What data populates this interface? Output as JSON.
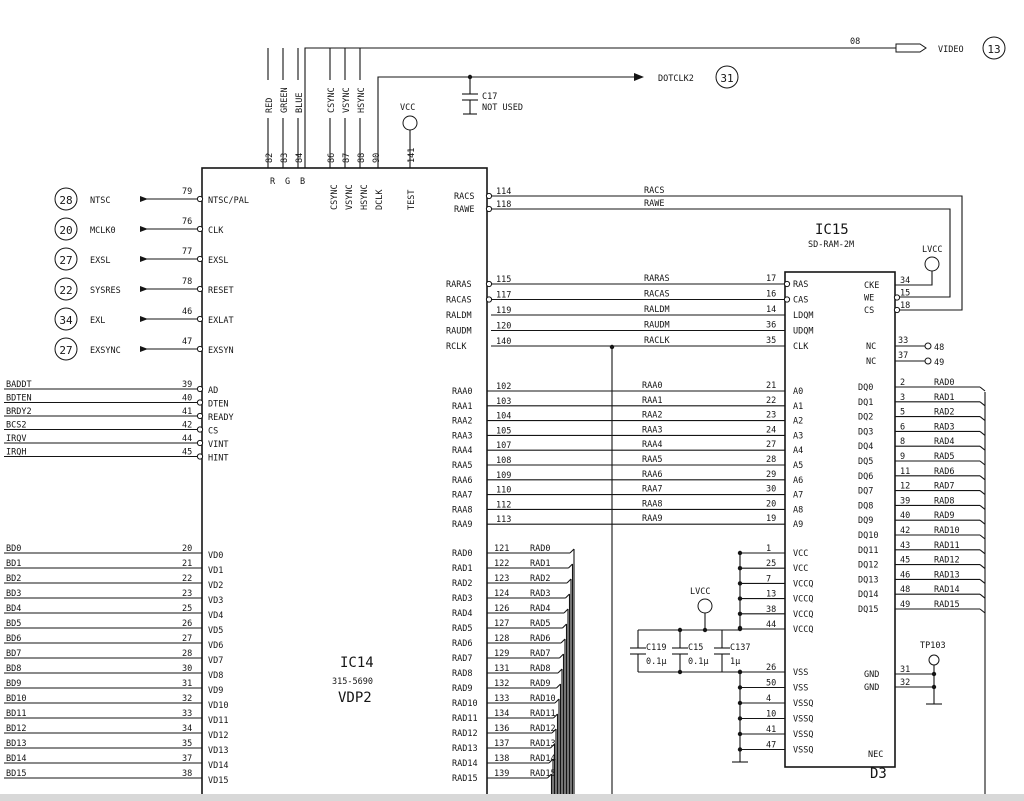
{
  "top": {
    "video": {
      "label": "VIDEO",
      "ref": "13",
      "pin": "08"
    },
    "dotclk": {
      "label": "DOTCLK2",
      "ref": "31"
    },
    "cap_c17": {
      "name": "C17",
      "note": "NOT USED"
    },
    "vcc": "VCC",
    "lvcc": "LVCC",
    "tp103": "TP103",
    "ic14_top_signals": [
      {
        "name": "RED",
        "pin": "82"
      },
      {
        "name": "GREEN",
        "pin": "83"
      },
      {
        "name": "BLUE",
        "pin": "84"
      },
      {
        "name": "CSYNC",
        "pin": "86"
      },
      {
        "name": "VSYNC",
        "pin": "87"
      },
      {
        "name": "HSYNC",
        "pin": "88"
      },
      {
        "name": "",
        "pin": "90"
      },
      {
        "name": "",
        "pin": "141"
      }
    ],
    "ic14_top_inside": [
      "CSYNC",
      "VSYNC",
      "HSYNC",
      "DCLK",
      "TEST"
    ],
    "ic14_top_small": [
      "R",
      "G",
      "B"
    ]
  },
  "ic14": {
    "name": "IC14",
    "part": "315-5690",
    "func": "VDP2"
  },
  "ic15": {
    "name": "IC15",
    "part": "SD-RAM-2M",
    "pkg": "D3",
    "nec": "NEC"
  },
  "left_connectors": [
    {
      "ref": "28",
      "label": "NTSC",
      "pin": "79",
      "inside": "NTSC/PAL"
    },
    {
      "ref": "20",
      "label": "MCLK0",
      "pin": "76",
      "inside": "CLK"
    },
    {
      "ref": "27",
      "label": "EXSL",
      "pin": "77",
      "inside": "EXSL"
    },
    {
      "ref": "22",
      "label": "SYSRES",
      "pin": "78",
      "inside": "RESET"
    },
    {
      "ref": "34",
      "label": "EXL",
      "pin": "46",
      "inside": "EXLAT"
    },
    {
      "ref": "27",
      "label": "EXSYNC",
      "pin": "47",
      "inside": "EXSYN"
    }
  ],
  "left_bus": [
    {
      "label": "BADDT",
      "pin": "39",
      "inside": "AD"
    },
    {
      "label": "BDTEN",
      "pin": "40",
      "inside": "DTEN"
    },
    {
      "label": "BRDY2",
      "pin": "41",
      "inside": "READY"
    },
    {
      "label": "BCS2",
      "pin": "42",
      "inside": "CS"
    },
    {
      "label": "IRQV",
      "pin": "44",
      "inside": "VINT"
    },
    {
      "label": "IRQH",
      "pin": "45",
      "inside": "HINT"
    }
  ],
  "left_data": [
    {
      "label": "BD0",
      "pin": "20",
      "inside": "VD0"
    },
    {
      "label": "BD1",
      "pin": "21",
      "inside": "VD1"
    },
    {
      "label": "BD2",
      "pin": "22",
      "inside": "VD2"
    },
    {
      "label": "BD3",
      "pin": "23",
      "inside": "VD3"
    },
    {
      "label": "BD4",
      "pin": "25",
      "inside": "VD4"
    },
    {
      "label": "BD5",
      "pin": "26",
      "inside": "VD5"
    },
    {
      "label": "BD6",
      "pin": "27",
      "inside": "VD6"
    },
    {
      "label": "BD7",
      "pin": "28",
      "inside": "VD7"
    },
    {
      "label": "BD8",
      "pin": "30",
      "inside": "VD8"
    },
    {
      "label": "BD9",
      "pin": "31",
      "inside": "VD9"
    },
    {
      "label": "BD10",
      "pin": "32",
      "inside": "VD10"
    },
    {
      "label": "BD11",
      "pin": "33",
      "inside": "VD11"
    },
    {
      "label": "BD12",
      "pin": "34",
      "inside": "VD12"
    },
    {
      "label": "BD13",
      "pin": "35",
      "inside": "VD13"
    },
    {
      "label": "BD14",
      "pin": "37",
      "inside": "VD14"
    },
    {
      "label": "BD15",
      "pin": "38",
      "inside": "VD15"
    }
  ],
  "ic14_right_ctrl1": [
    {
      "inside": "RACS",
      "pin": "114",
      "net": "RACS"
    },
    {
      "inside": "RAWE",
      "pin": "118",
      "net": "RAWE"
    }
  ],
  "ic14_right_ctrl2": [
    {
      "inside": "RARAS",
      "pin": "115",
      "net": "RARAS",
      "ic15_pin": "17",
      "ic15_name": "RAS"
    },
    {
      "inside": "RACAS",
      "pin": "117",
      "net": "RACAS",
      "ic15_pin": "16",
      "ic15_name": "CAS"
    },
    {
      "inside": "RALDM",
      "pin": "119",
      "net": "RALDM",
      "ic15_pin": "14",
      "ic15_name": "LDQM"
    },
    {
      "inside": "RAUDM",
      "pin": "120",
      "net": "RAUDM",
      "ic15_pin": "36",
      "ic15_name": "UDQM"
    },
    {
      "inside": "RCLK",
      "pin": "140",
      "net": "RACLK",
      "ic15_pin": "35",
      "ic15_name": "CLK"
    }
  ],
  "addr": [
    {
      "inside": "RAA0",
      "pin": "102",
      "net": "RAA0",
      "ic15_pin": "21",
      "ic15_name": "A0"
    },
    {
      "inside": "RAA1",
      "pin": "103",
      "net": "RAA1",
      "ic15_pin": "22",
      "ic15_name": "A1"
    },
    {
      "inside": "RAA2",
      "pin": "104",
      "net": "RAA2",
      "ic15_pin": "23",
      "ic15_name": "A2"
    },
    {
      "inside": "RAA3",
      "pin": "105",
      "net": "RAA3",
      "ic15_pin": "24",
      "ic15_name": "A3"
    },
    {
      "inside": "RAA4",
      "pin": "107",
      "net": "RAA4",
      "ic15_pin": "27",
      "ic15_name": "A4"
    },
    {
      "inside": "RAA5",
      "pin": "108",
      "net": "RAA5",
      "ic15_pin": "28",
      "ic15_name": "A5"
    },
    {
      "inside": "RAA6",
      "pin": "109",
      "net": "RAA6",
      "ic15_pin": "29",
      "ic15_name": "A6"
    },
    {
      "inside": "RAA7",
      "pin": "110",
      "net": "RAA7",
      "ic15_pin": "30",
      "ic15_name": "A7"
    },
    {
      "inside": "RAA8",
      "pin": "112",
      "net": "RAA8",
      "ic15_pin": "20",
      "ic15_name": "A8"
    },
    {
      "inside": "RAA9",
      "pin": "113",
      "net": "RAA9",
      "ic15_pin": "19",
      "ic15_name": "A9"
    }
  ],
  "rad": [
    {
      "inside": "RAD0",
      "pin": "121",
      "net": "RAD0"
    },
    {
      "inside": "RAD1",
      "pin": "122",
      "net": "RAD1"
    },
    {
      "inside": "RAD2",
      "pin": "123",
      "net": "RAD2"
    },
    {
      "inside": "RAD3",
      "pin": "124",
      "net": "RAD3"
    },
    {
      "inside": "RAD4",
      "pin": "126",
      "net": "RAD4"
    },
    {
      "inside": "RAD5",
      "pin": "127",
      "net": "RAD5"
    },
    {
      "inside": "RAD6",
      "pin": "128",
      "net": "RAD6"
    },
    {
      "inside": "RAD7",
      "pin": "129",
      "net": "RAD7"
    },
    {
      "inside": "RAD8",
      "pin": "131",
      "net": "RAD8"
    },
    {
      "inside": "RAD9",
      "pin": "132",
      "net": "RAD9"
    },
    {
      "inside": "RAD10",
      "pin": "133",
      "net": "RAD10"
    },
    {
      "inside": "RAD11",
      "pin": "134",
      "net": "RAD11"
    },
    {
      "inside": "RAD12",
      "pin": "136",
      "net": "RAD12"
    },
    {
      "inside": "RAD13",
      "pin": "137",
      "net": "RAD13"
    },
    {
      "inside": "RAD14",
      "pin": "138",
      "net": "RAD14"
    },
    {
      "inside": "RAD15",
      "pin": "139",
      "net": "RAD15"
    }
  ],
  "ic15_right_top": [
    {
      "name": "CKE",
      "pin": "34"
    },
    {
      "name": "WE",
      "pin": "15"
    },
    {
      "name": "CS",
      "pin": "18"
    }
  ],
  "ic15_nc": [
    {
      "name": "NC",
      "pin": "33",
      "ext": "48"
    },
    {
      "name": "NC",
      "pin": "37",
      "ext": "49"
    }
  ],
  "ic15_dq": [
    {
      "name": "DQ0",
      "pin": "2",
      "net": "RAD0"
    },
    {
      "name": "DQ1",
      "pin": "3",
      "net": "RAD1"
    },
    {
      "name": "DQ2",
      "pin": "5",
      "net": "RAD2"
    },
    {
      "name": "DQ3",
      "pin": "6",
      "net": "RAD3"
    },
    {
      "name": "DQ4",
      "pin": "8",
      "net": "RAD4"
    },
    {
      "name": "DQ5",
      "pin": "9",
      "net": "RAD5"
    },
    {
      "name": "DQ6",
      "pin": "11",
      "net": "RAD6"
    },
    {
      "name": "DQ7",
      "pin": "12",
      "net": "RAD7"
    },
    {
      "name": "DQ8",
      "pin": "39",
      "net": "RAD8"
    },
    {
      "name": "DQ9",
      "pin": "40",
      "net": "RAD9"
    },
    {
      "name": "DQ10",
      "pin": "42",
      "net": "RAD10"
    },
    {
      "name": "DQ11",
      "pin": "43",
      "net": "RAD11"
    },
    {
      "name": "DQ12",
      "pin": "45",
      "net": "RAD12"
    },
    {
      "name": "DQ13",
      "pin": "46",
      "net": "RAD13"
    },
    {
      "name": "DQ14",
      "pin": "48",
      "net": "RAD14"
    },
    {
      "name": "DQ15",
      "pin": "49",
      "net": "RAD15"
    }
  ],
  "ic15_power": [
    {
      "name": "VCC",
      "pin": "1"
    },
    {
      "name": "VCC",
      "pin": "25"
    },
    {
      "name": "VCCQ",
      "pin": "7"
    },
    {
      "name": "VCCQ",
      "pin": "13"
    },
    {
      "name": "VCCQ",
      "pin": "38"
    },
    {
      "name": "VCCQ",
      "pin": "44"
    }
  ],
  "ic15_ground": [
    {
      "name": "VSS",
      "pin": "26"
    },
    {
      "name": "VSS",
      "pin": "50"
    },
    {
      "name": "VSSQ",
      "pin": "4"
    },
    {
      "name": "VSSQ",
      "pin": "10"
    },
    {
      "name": "VSSQ",
      "pin": "41"
    },
    {
      "name": "VSSQ",
      "pin": "47"
    }
  ],
  "ic15_gnd_right": [
    {
      "name": "GND",
      "pin": "31"
    },
    {
      "name": "GND",
      "pin": "32"
    }
  ],
  "caps": [
    {
      "name": "C119",
      "value": "0.1μ"
    },
    {
      "name": "C15",
      "value": "0.1μ"
    },
    {
      "name": "C137",
      "value": "1μ"
    }
  ]
}
